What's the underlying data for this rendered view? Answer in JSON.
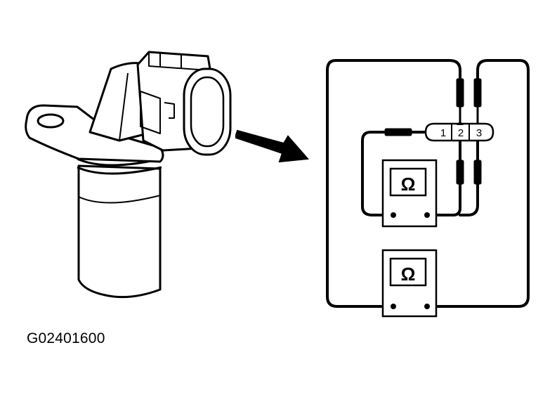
{
  "figure": {
    "id_label": "G02401600"
  },
  "connector": {
    "pins": [
      "1",
      "2",
      "3"
    ]
  },
  "meters": [
    {
      "symbol": "Ω"
    },
    {
      "symbol": "Ω"
    }
  ],
  "colors": {
    "ink": "#000000",
    "background": "#ffffff",
    "meter_face": "#ffffff"
  },
  "icons": {
    "sensor": "crankshaft-position-sensor-illustration",
    "arrow": "arrow-pointer-icon",
    "meter": "ohmmeter-icon"
  }
}
